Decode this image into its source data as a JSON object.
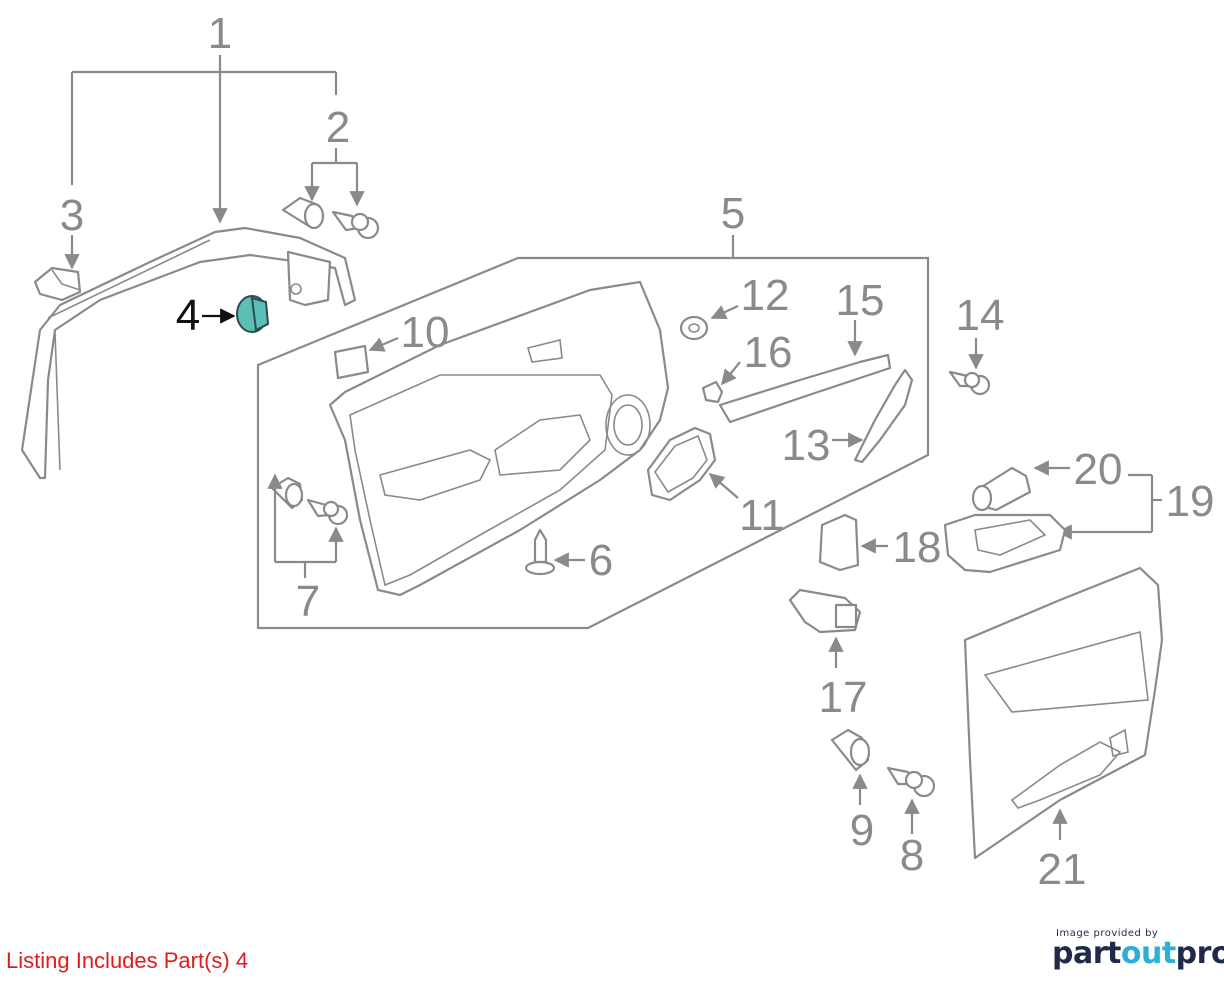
{
  "diagram": {
    "callouts": [
      "1",
      "2",
      "3",
      "4",
      "5",
      "6",
      "7",
      "8",
      "9",
      "10",
      "11",
      "12",
      "13",
      "14",
      "15",
      "16",
      "17",
      "18",
      "19",
      "20",
      "21"
    ],
    "highlighted_part": "4",
    "highlight_color": "#5bbfb5"
  },
  "footer": {
    "listing": "Listing Includes Part(s) 4",
    "provider_text": "Image provided by",
    "brand_part1": "part",
    "brand_part2": "out",
    "brand_part3": "pro",
    "listing_color": "#e11b1b",
    "brand_color_dark": "#1f2a4a",
    "brand_color_accent": "#2cb0d6"
  }
}
